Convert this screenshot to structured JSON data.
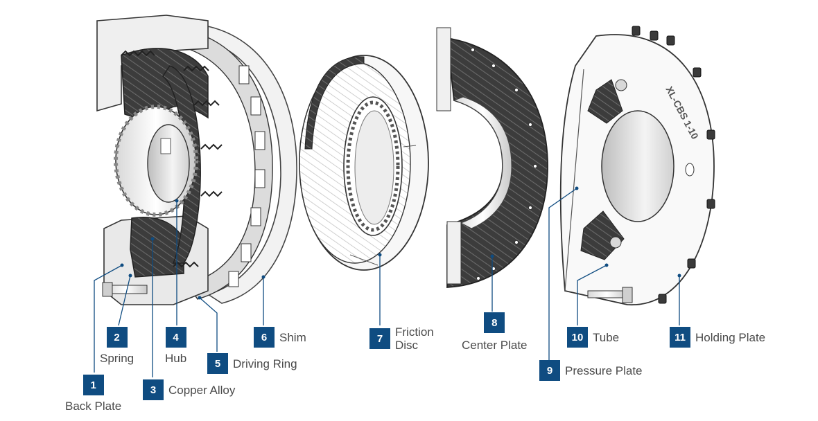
{
  "accent_color": "#0f4c81",
  "leader_color": "#0f4c81",
  "parts": [
    {
      "number": "1",
      "name": "Back Plate"
    },
    {
      "number": "2",
      "name": "Spring"
    },
    {
      "number": "3",
      "name": "Copper Alloy"
    },
    {
      "number": "4",
      "name": "Hub"
    },
    {
      "number": "5",
      "name": "Driving Ring"
    },
    {
      "number": "6",
      "name": "Shim"
    },
    {
      "number": "7",
      "name": "Friction\nDisc"
    },
    {
      "number": "8",
      "name": "Center Plate"
    },
    {
      "number": "9",
      "name": "Pressure Plate"
    },
    {
      "number": "10",
      "name": "Tube"
    },
    {
      "number": "11",
      "name": "Holding Plate"
    }
  ],
  "engraving": "XL-CBS 1-10"
}
